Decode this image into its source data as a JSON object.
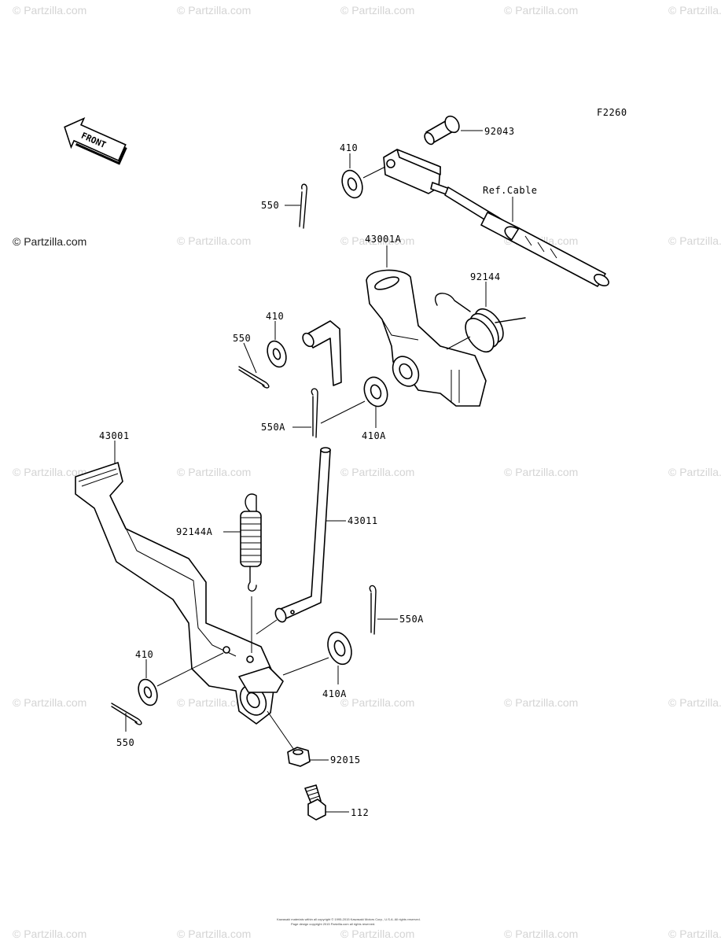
{
  "diagram": {
    "figure_code": "F2260",
    "front_label": "FRONT",
    "watermark_main": "© Partzilla.com",
    "watermark": "© Partzilla.com",
    "copyright_line1": "Kawasaki materials within all copyright © 1995-2015 Kawasaki Motors Corp., U.S.A. All rights reserved.",
    "copyright_line2": "Page design copyright 2015 Partzilla.com all rights reserved.",
    "callouts": {
      "p92043": "92043",
      "p410_top": "410",
      "p550_top": "550",
      "ref_cable": "Ref.Cable",
      "p43001A": "43001A",
      "p92144": "92144",
      "p410_mid": "410",
      "p550_mid": "550",
      "p550A_mid": "550A",
      "p410A_mid": "410A",
      "p43001": "43001",
      "p92144A": "92144A",
      "p43011": "43011",
      "p550A_low": "550A",
      "p410_low": "410",
      "p410A_low": "410A",
      "p550_low": "550",
      "p92015": "92015",
      "p112": "112"
    }
  }
}
